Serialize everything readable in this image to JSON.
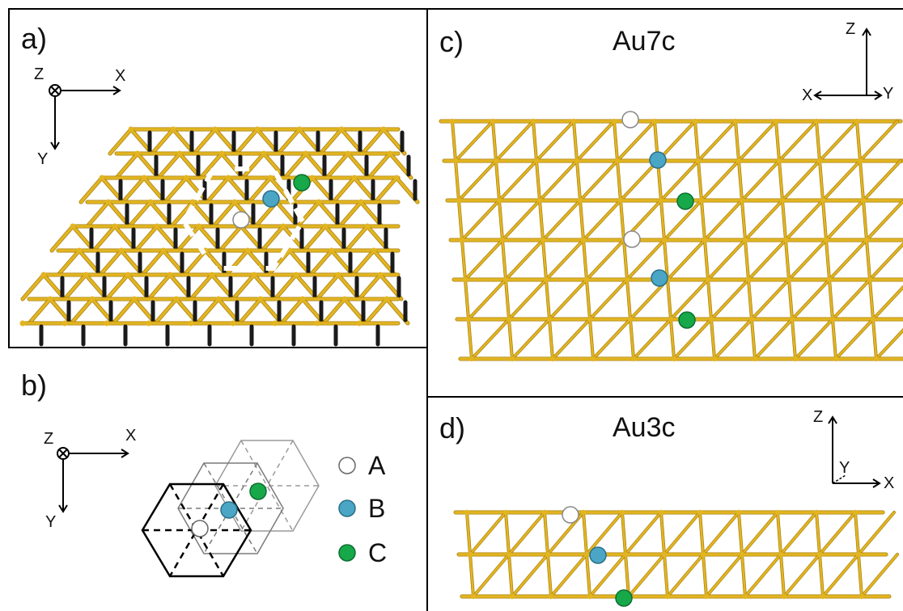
{
  "panels": {
    "a": {
      "label": "a)",
      "axes": {
        "z": "Z",
        "x": "X",
        "y": "Y"
      }
    },
    "b": {
      "label": "b)",
      "axes": {
        "z": "Z",
        "x": "X",
        "y": "Y"
      },
      "legend": [
        {
          "key": "A",
          "color": "#ffffff"
        },
        {
          "key": "B",
          "color": "#4ba6c6"
        },
        {
          "key": "C",
          "color": "#17a84a"
        }
      ]
    },
    "c": {
      "label": "c)",
      "title": "Au7c",
      "axes": {
        "z": "Z",
        "x": "X",
        "y": "Y"
      }
    },
    "d": {
      "label": "d)",
      "title": "Au3c",
      "axes": {
        "z": "Z",
        "x": "X",
        "y": "Y"
      }
    }
  },
  "colors": {
    "gold": "#e2b521",
    "gold_dark": "#a87f0e",
    "site_a": "#ffffff",
    "site_b": "#4ba6c6",
    "site_c": "#17a84a"
  }
}
